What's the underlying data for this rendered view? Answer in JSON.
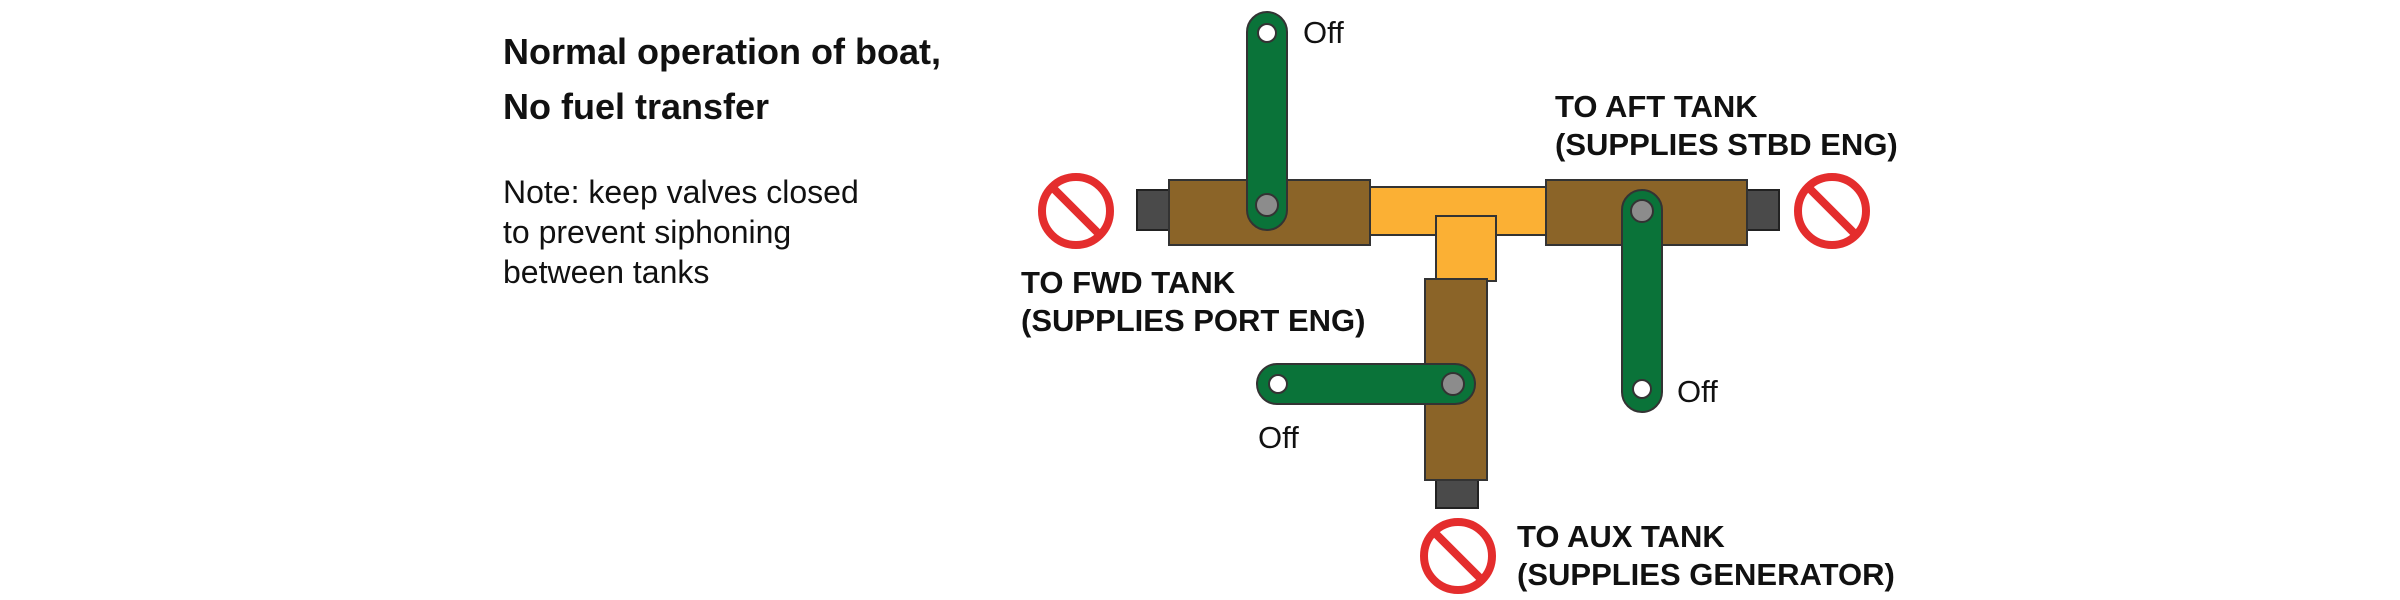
{
  "title": {
    "line1": "Normal operation of boat,",
    "line2": "No fuel transfer"
  },
  "note": {
    "line1": "Note: keep valves closed",
    "line2": "to prevent siphoning",
    "line3": "between tanks"
  },
  "labels": {
    "fwd": {
      "line1": "TO FWD TANK",
      "line2": "(SUPPLIES PORT ENG)"
    },
    "aft": {
      "line1": "TO AFT TANK",
      "line2": "(SUPPLIES STBD ENG)"
    },
    "aux": {
      "line1": "TO AUX TANK",
      "line2": "(SUPPLIES GENERATOR)"
    }
  },
  "valves": {
    "fwd_state": "Off",
    "aft_state": "Off",
    "aux_state": "Off"
  },
  "colors": {
    "fuel_line": "#FBB034",
    "valve_body": "#8B6428",
    "valve_handle": "#0A7339",
    "pivot": "#8C8C8C",
    "port_stub": "#4A4A4A",
    "no_flow_symbol": "#E42D2D"
  },
  "icons": {
    "no_flow": "prohibited-icon"
  }
}
